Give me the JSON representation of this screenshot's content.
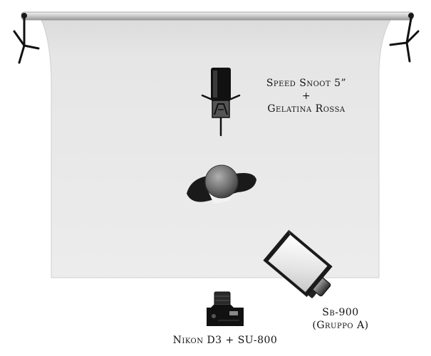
{
  "labels": {
    "snoot_line1": "Speed Snoot 5”",
    "snoot_line2": "+",
    "snoot_line3": "Gelatina Rossa",
    "sb900_line1": "Sb-900",
    "sb900_line2": "(Gruppo A)",
    "camera": "Nikon D3 + SU-800"
  },
  "colors": {
    "backdrop": "#e8e8e8",
    "backdrop_bar": "#d4d4d4",
    "stand": "#111111",
    "softbox_outer": "#2a2a2a",
    "head": "#7a7a7a"
  }
}
